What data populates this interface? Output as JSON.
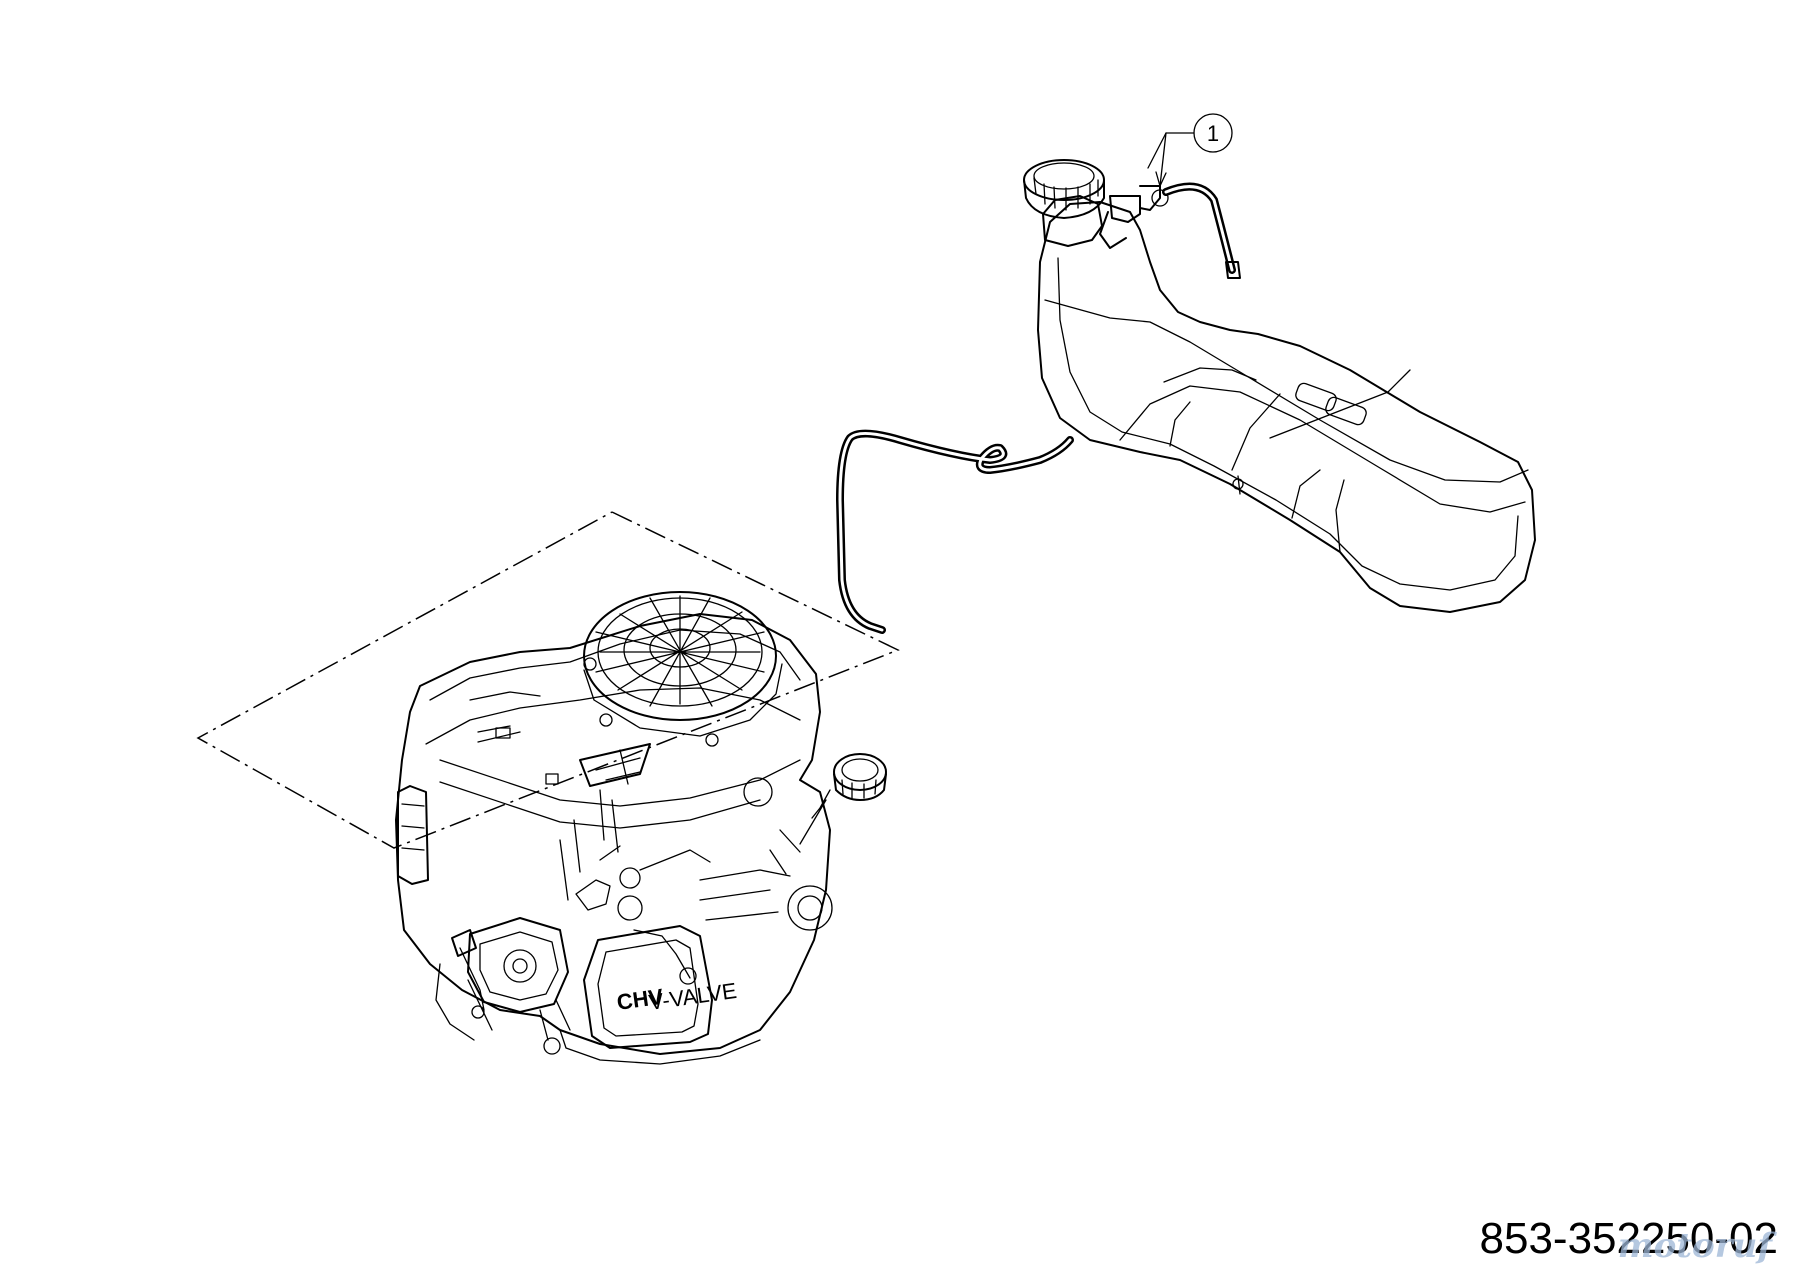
{
  "callouts": [
    {
      "label": "1"
    }
  ],
  "engine_label": "CHV",
  "engine_sublabel": "V-VALVE",
  "part_number": "853-352250-02",
  "watermark": "motoruf",
  "colors": {
    "line": "#000000",
    "background": "#ffffff",
    "watermark": "#9db6d6"
  }
}
